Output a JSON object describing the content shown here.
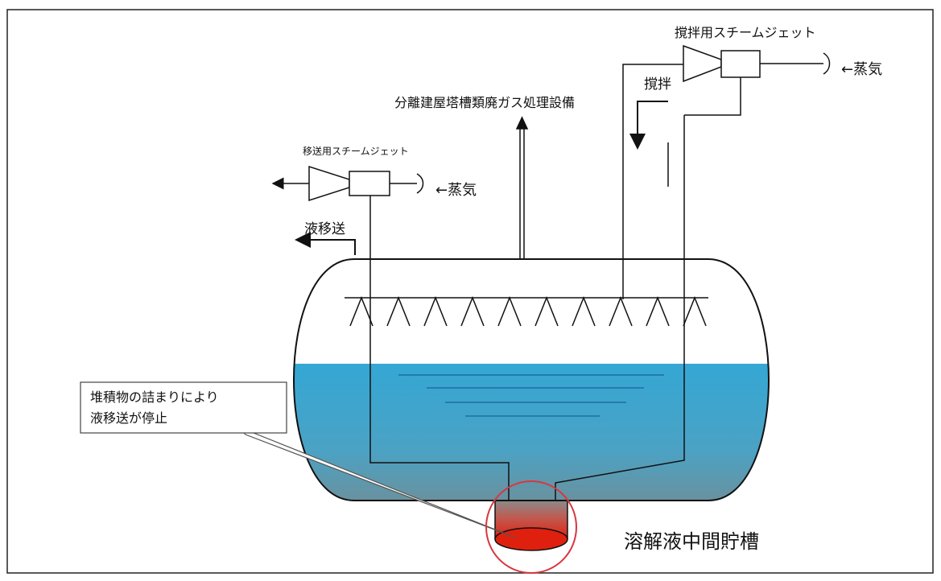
{
  "labels": {
    "stir_jet_title": "撹拌用スチームジェット",
    "steam_right": "←蒸気",
    "stir": "撹拌",
    "offgas": "分離建屋塔槽類廃ガス処理設備",
    "transfer_jet_title": "移送用スチームジェット",
    "steam_left": "←蒸気",
    "liquid_transfer": "液移送",
    "callout_line1": "堆積物の詰まりにより",
    "callout_line2": "液移送が停止",
    "tank_name": "溶解液中間貯槽"
  },
  "colors": {
    "liquid": "#3aa8d2",
    "liquid_bottom": "#5f9fb2",
    "sediment": "#d52a18",
    "highlight_circle": "#d9363e",
    "line": "#111111"
  }
}
